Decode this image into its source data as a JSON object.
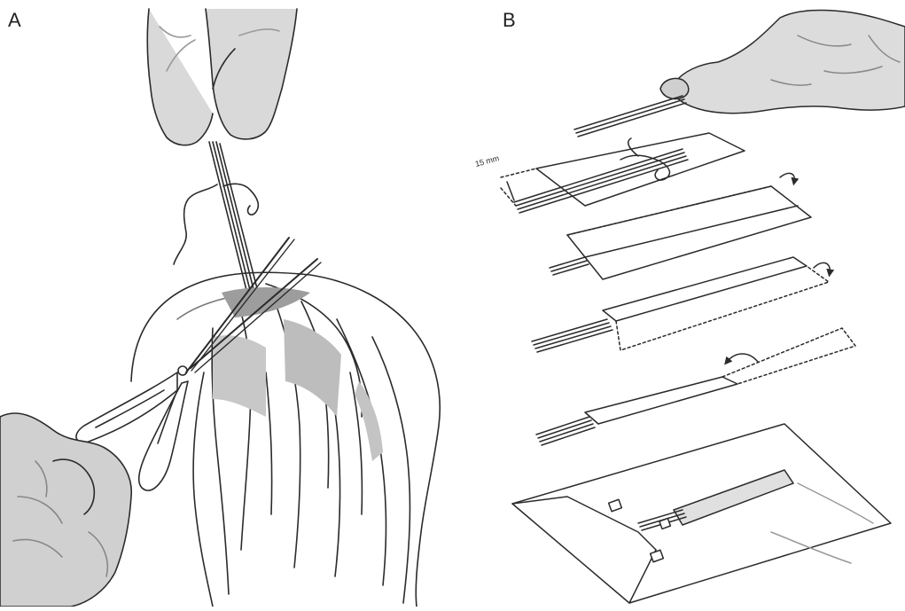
{
  "panels": {
    "a": {
      "label": "A"
    },
    "b": {
      "label": "B",
      "measurement": "15 mm"
    }
  },
  "colors": {
    "ink": "#2b2b2b",
    "shade_dark": "#9a9a9a",
    "shade_mid": "#bdbdbd",
    "shade_light": "#d6d6d6",
    "paper": "#ffffff"
  }
}
